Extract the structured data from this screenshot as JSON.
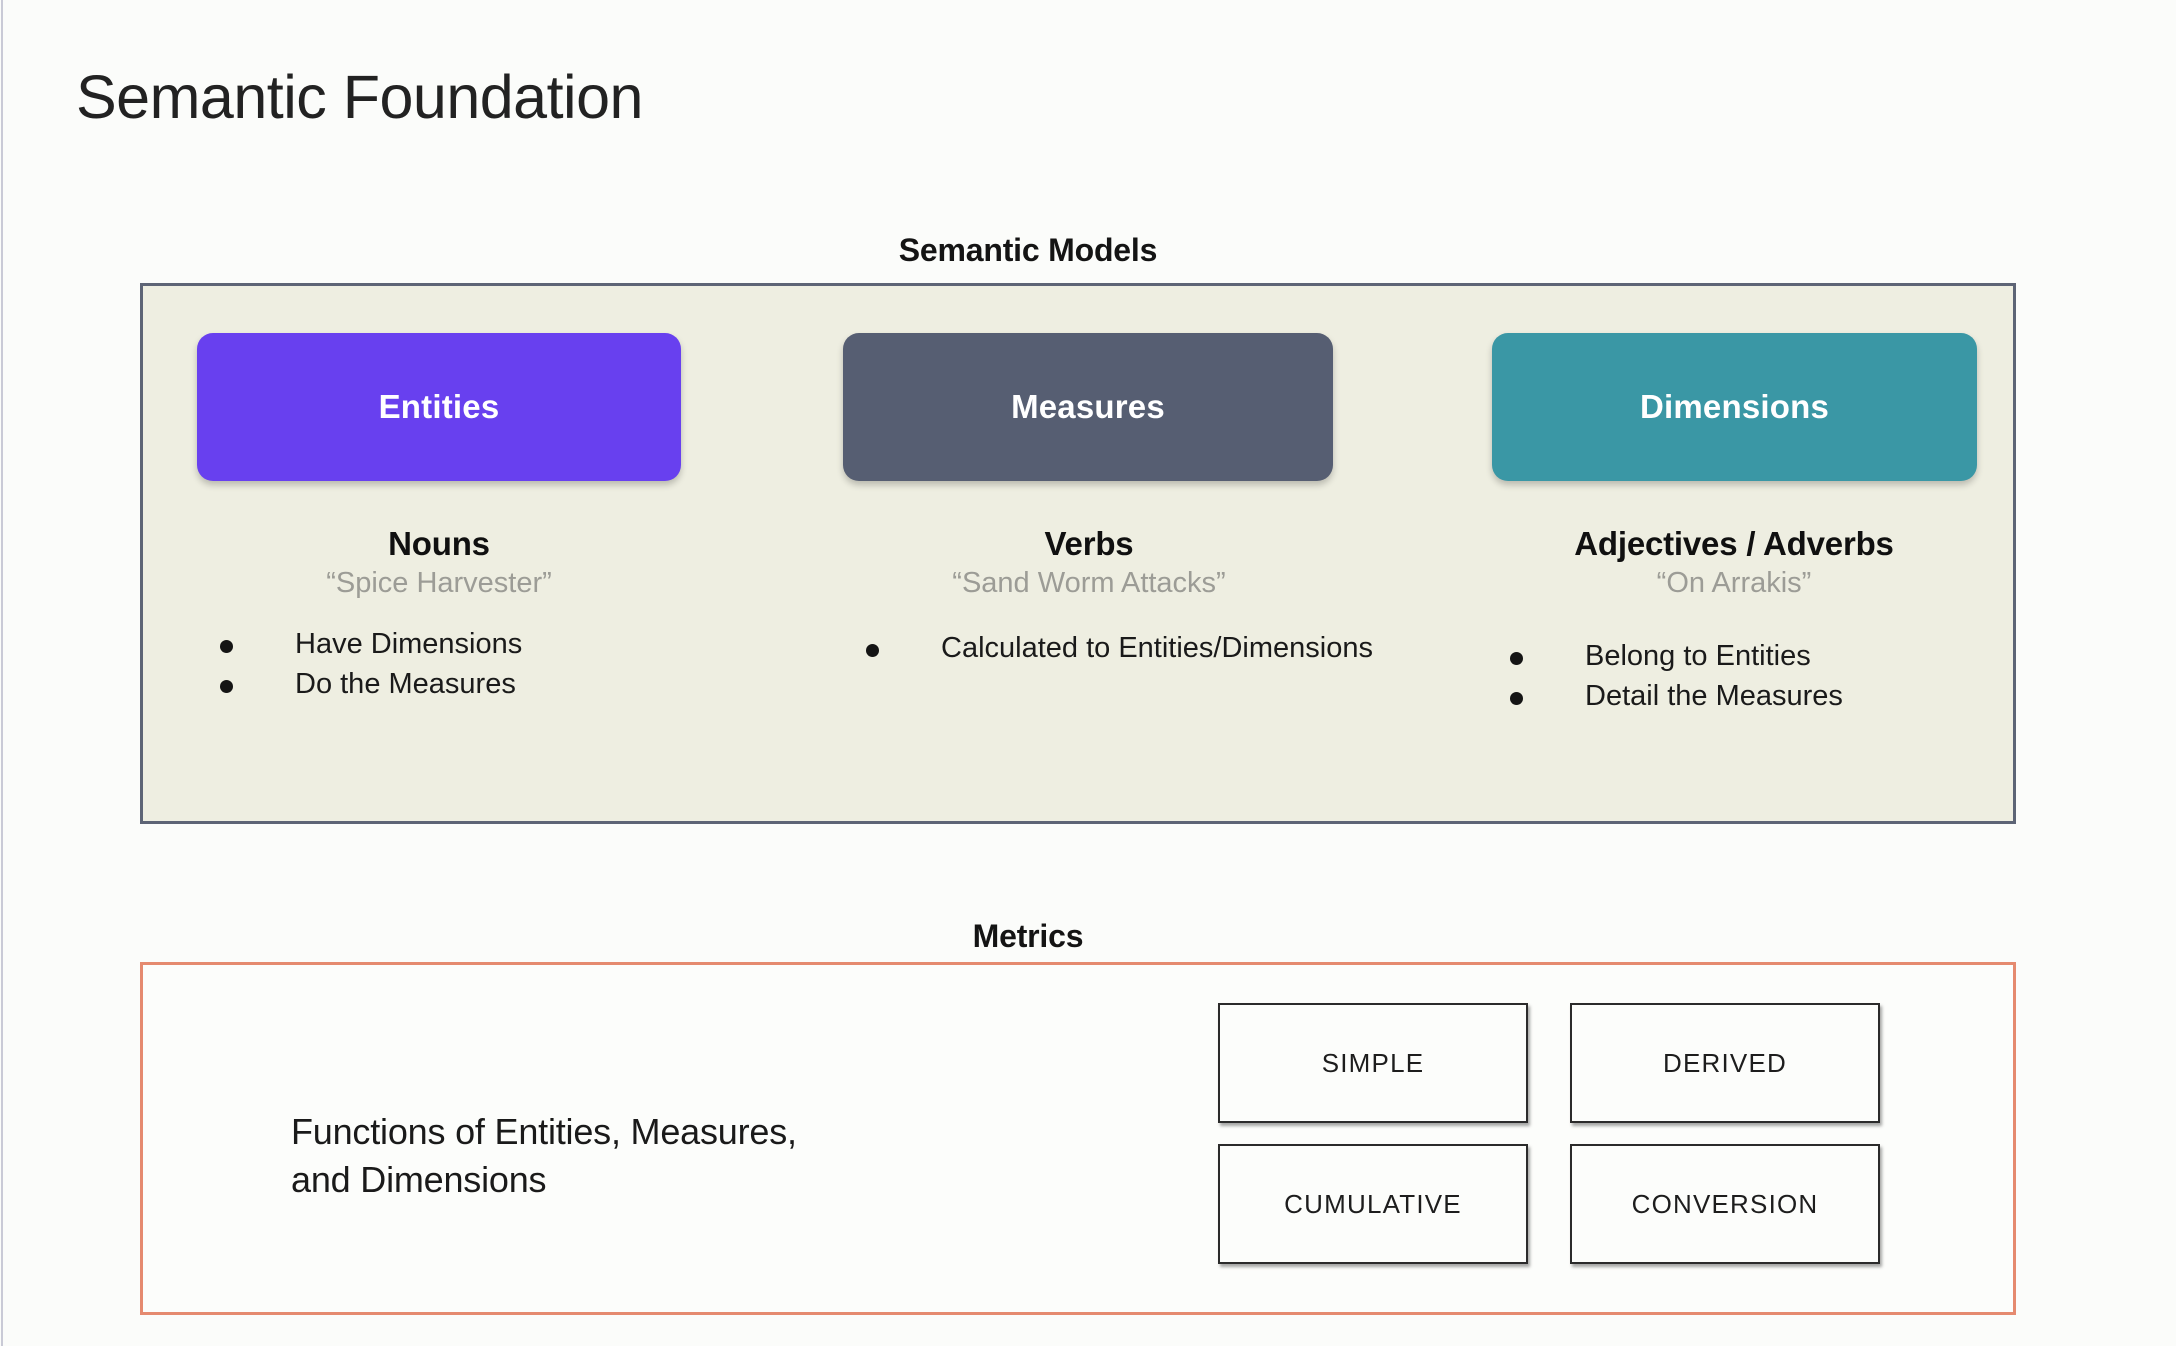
{
  "slide": {
    "title": "Semantic Foundation",
    "background_color": "#fbfcfa"
  },
  "semantic_models": {
    "section_label": "Semantic Models",
    "panel_fill": "#eeeee1",
    "panel_border": "#5d6475",
    "columns": [
      {
        "pill_label": "Entities",
        "pill_color": "#6840ef",
        "part_of_speech": "Nouns",
        "example": "“Spice Harvester”",
        "bullets": [
          "Have Dimensions",
          "Do the Measures"
        ]
      },
      {
        "pill_label": "Measures",
        "pill_color": "#565e72",
        "part_of_speech": "Verbs",
        "example": "“Sand Worm Attacks”",
        "bullets": [
          "Calculated to Entities/Dimensions"
        ]
      },
      {
        "pill_label": "Dimensions",
        "pill_color": "#3a97a5",
        "part_of_speech": "Adjectives / Adverbs",
        "example": "“On Arrakis”",
        "bullets": [
          "Belong to Entities",
          "Detail the Measures"
        ]
      }
    ]
  },
  "metrics": {
    "section_label": "Metrics",
    "panel_border": "#e58a6f",
    "description_line_1": "Functions of Entities, Measures,",
    "description_line_2": "and Dimensions",
    "types": [
      "SIMPLE",
      "DERIVED",
      "CUMULATIVE",
      "CONVERSION"
    ]
  }
}
